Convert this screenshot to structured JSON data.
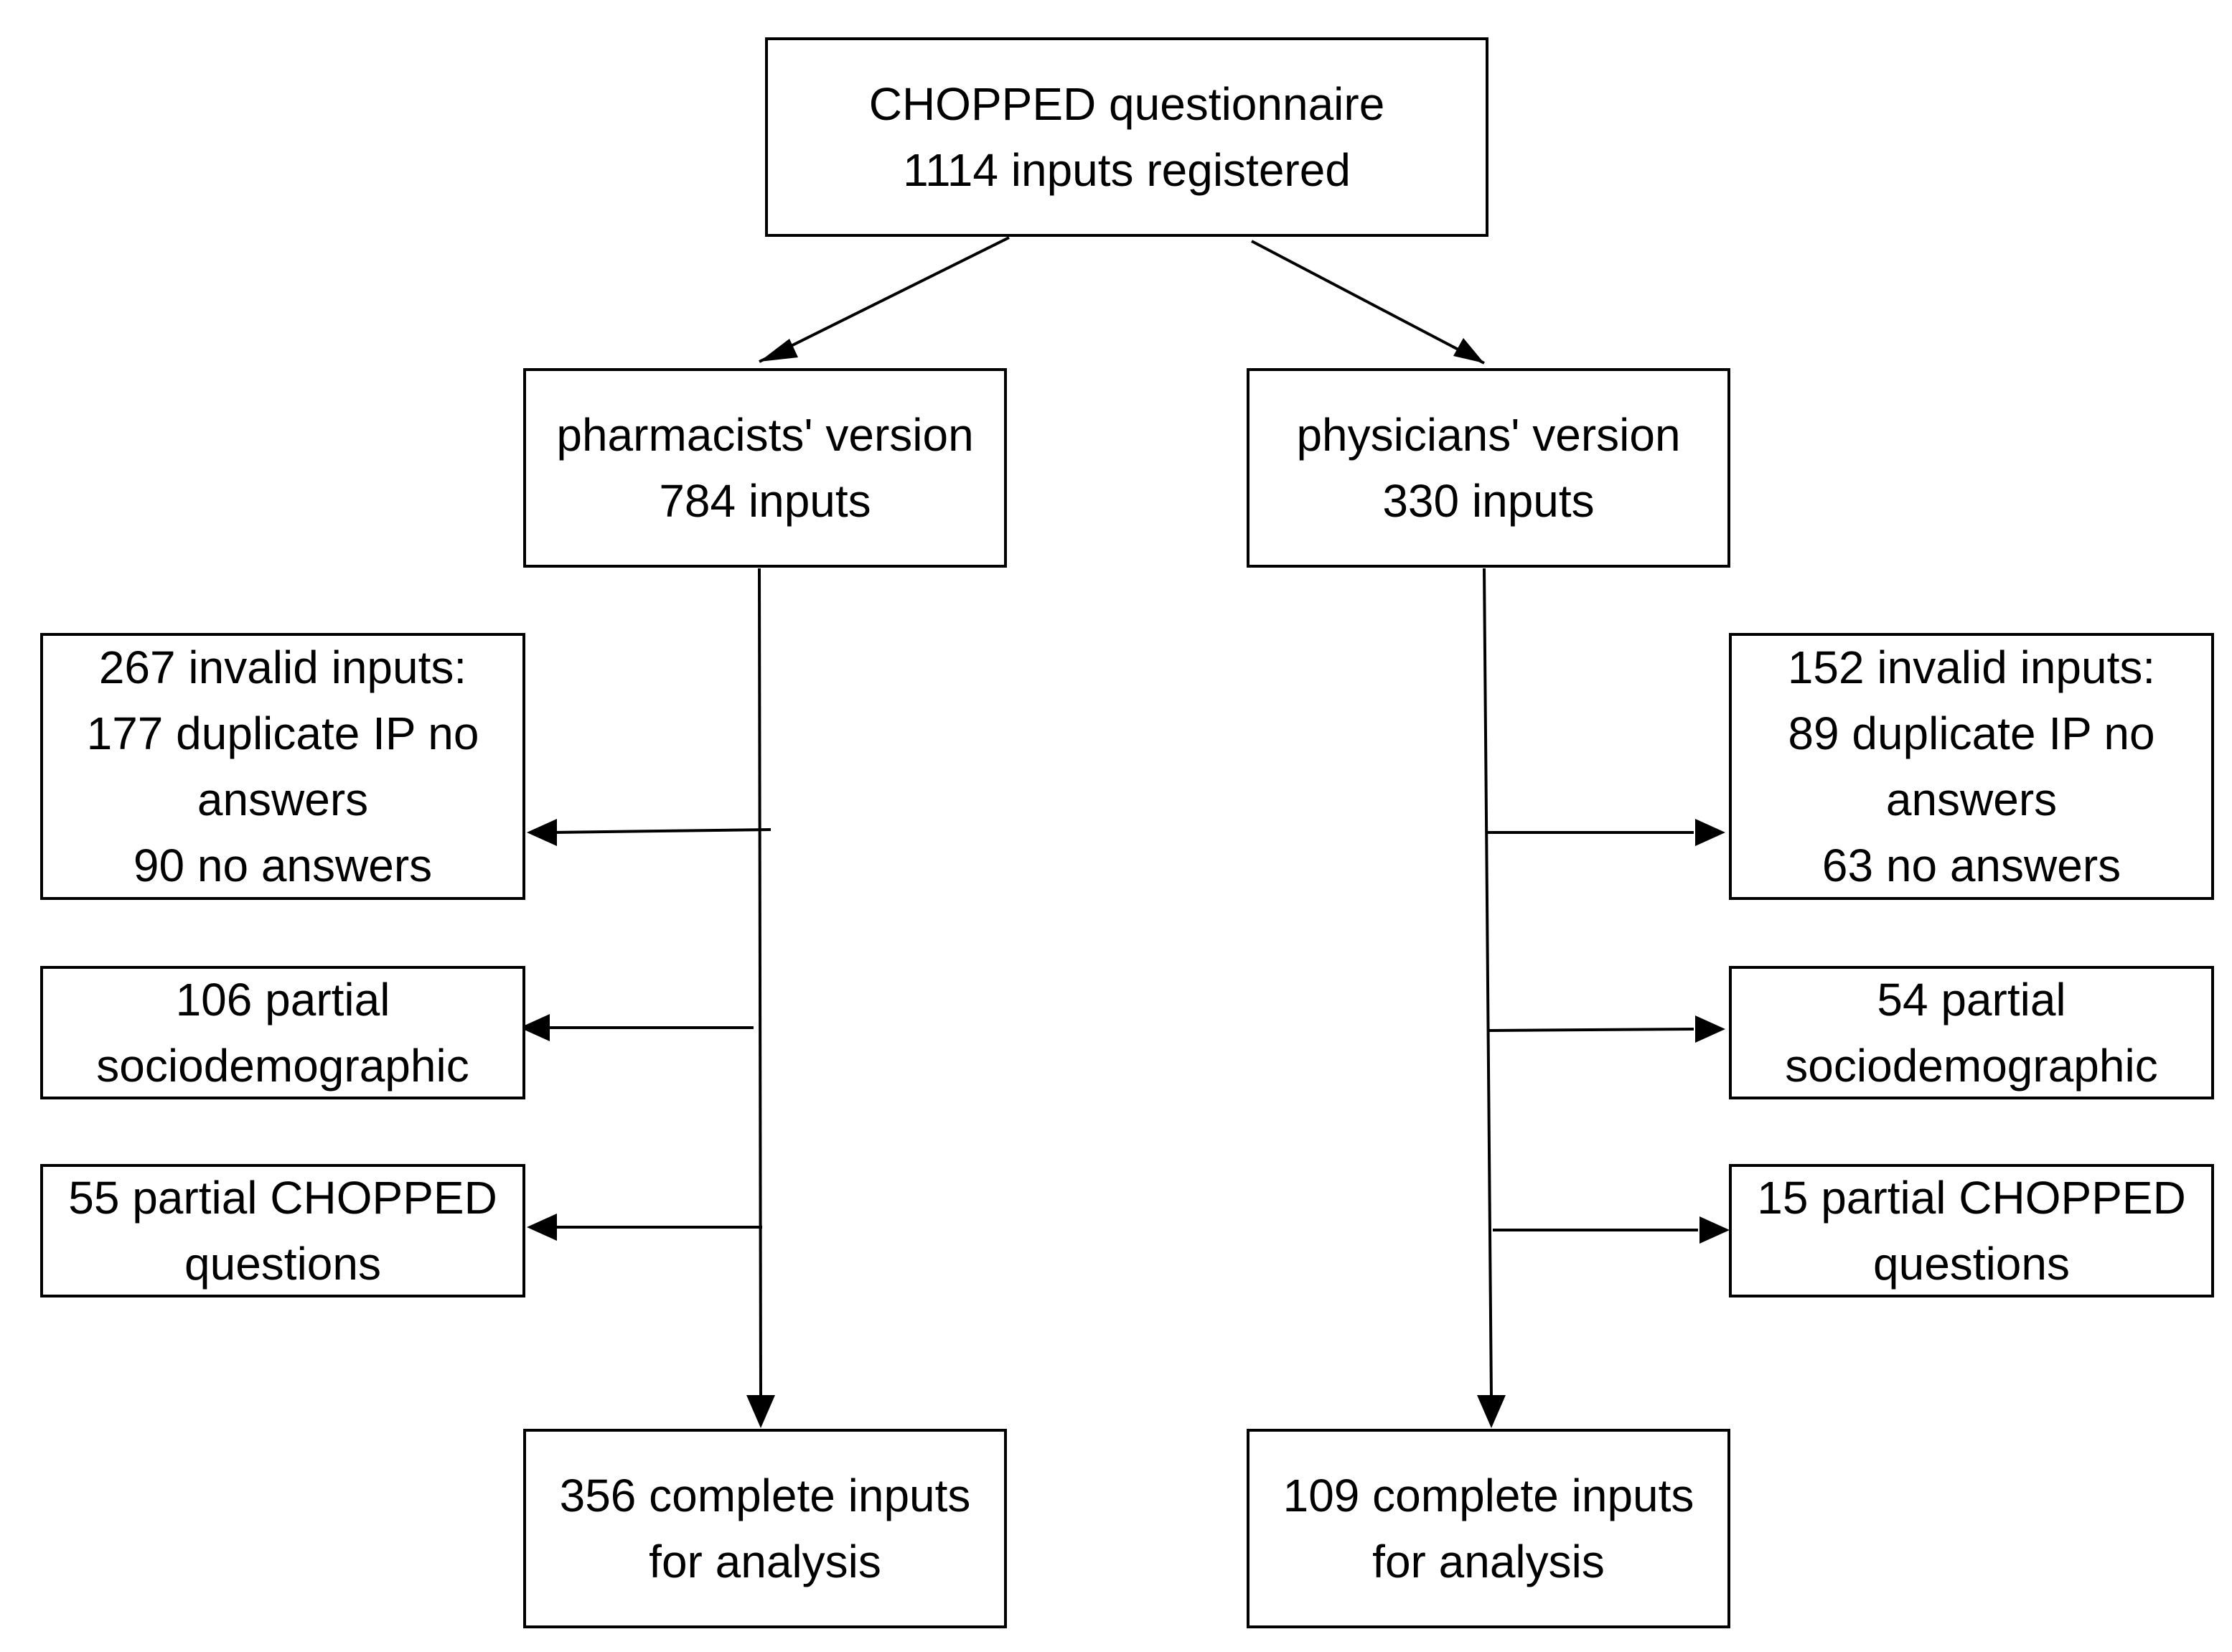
{
  "diagram": {
    "top": {
      "line1": "CHOPPED questionnaire",
      "line2": "1114 inputs registered"
    },
    "pharmacists": {
      "version": {
        "line1": "pharmacists' version",
        "line2": "784 inputs"
      },
      "invalid": {
        "line1": "267 invalid inputs:",
        "line2": "177 duplicate IP no",
        "line3": "answers",
        "line4": "90 no answers"
      },
      "partial_socio": {
        "line1": "106 partial",
        "line2": "sociodemographic"
      },
      "partial_chopped": {
        "line1": "55 partial CHOPPED",
        "line2": "questions"
      },
      "complete": {
        "line1": "356 complete inputs",
        "line2": "for analysis"
      }
    },
    "physicians": {
      "version": {
        "line1": "physicians' version",
        "line2": "330 inputs"
      },
      "invalid": {
        "line1": "152 invalid inputs:",
        "line2": "89 duplicate IP no",
        "line3": "answers",
        "line4": "63 no answers"
      },
      "partial_socio": {
        "line1": "54 partial",
        "line2": "sociodemographic"
      },
      "partial_chopped": {
        "line1": "15 partial CHOPPED",
        "line2": "questions"
      },
      "complete": {
        "line1": "109 complete inputs",
        "line2": "for analysis"
      }
    }
  }
}
